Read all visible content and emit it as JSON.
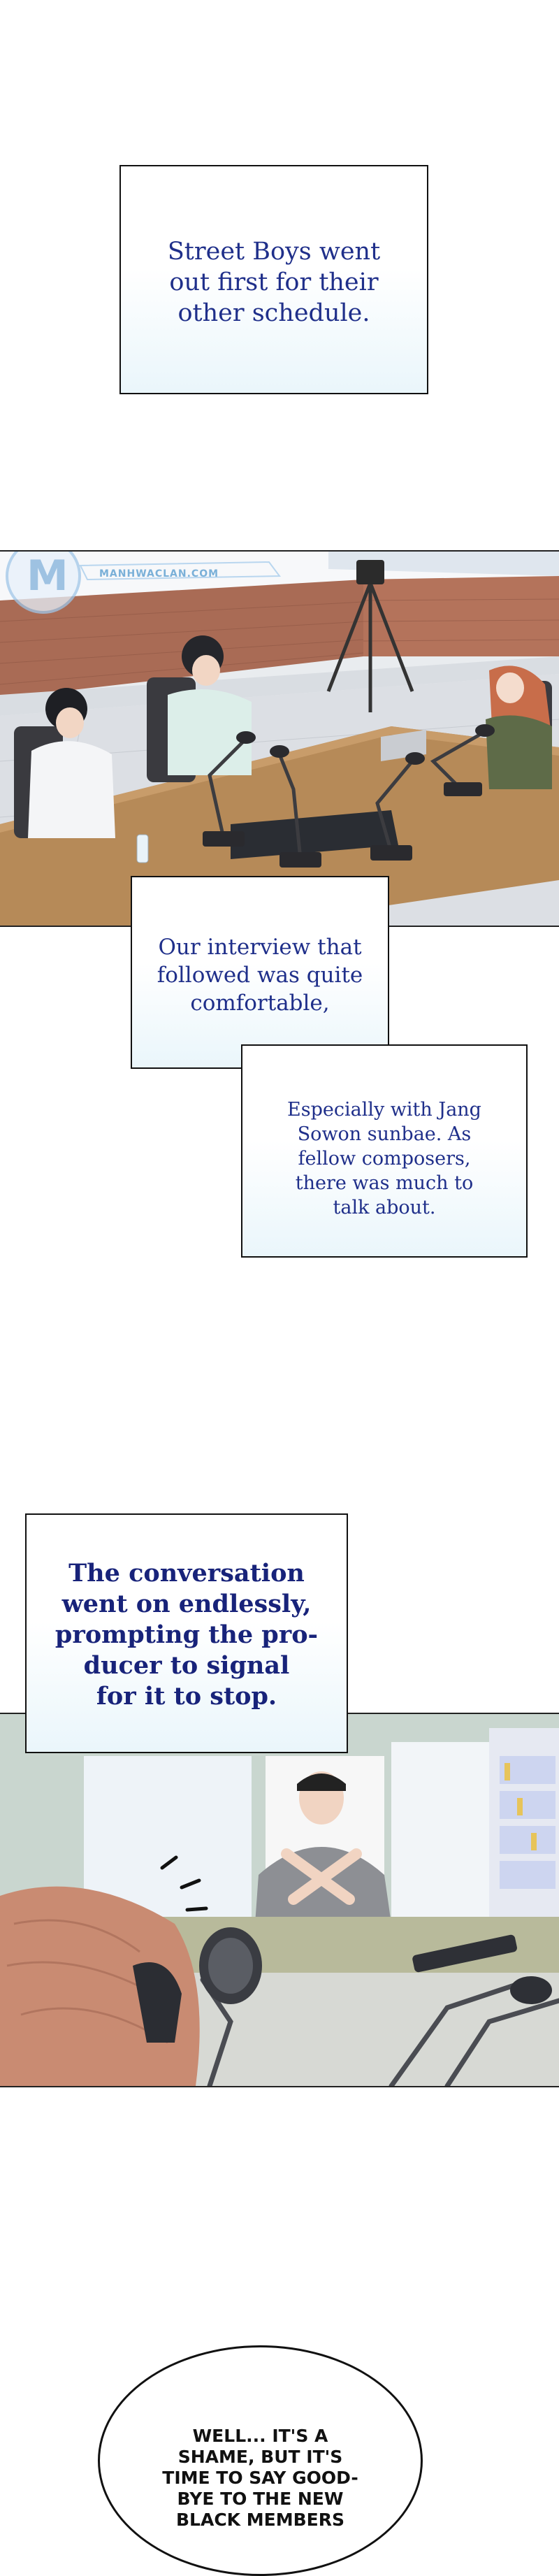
{
  "captions": {
    "c1": "Street Boys went\nout first for their\nother schedule.",
    "c2": "Our interview that\nfollowed was quite\ncomfortable,",
    "c3": "Especially with Jang\nSowon sunbae. As\nfellow composers,\nthere was much to\ntalk about.",
    "c4": "The conversation\nwent on endlessly,\nprompting the pro-\nducer to signal\nfor it to stop."
  },
  "speech": {
    "s1": "WELL... IT'S A\nSHAME, BUT IT'S\nTIME TO SAY GOOD-\nBYE TO THE NEW\nBLACK MEMBERS"
  },
  "watermark": {
    "text": "MANHWACLAN.COM"
  },
  "colors": {
    "caption_text": "#1f2f8a",
    "caption_bg_bottom": "#eaf6fb",
    "studio_table": "#b68a58",
    "studio_wall": "#a96b55"
  }
}
